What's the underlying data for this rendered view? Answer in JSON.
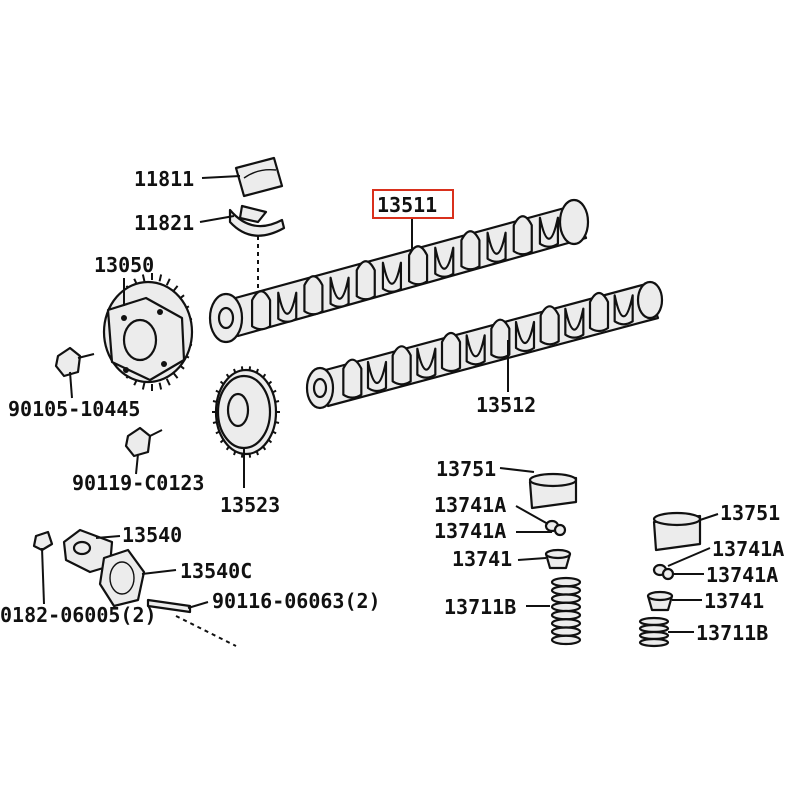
{
  "highlight_color": "#d9301c",
  "labels": {
    "p11811": "11811",
    "p11821": "11821",
    "p13050": "13050",
    "p13511": "13511",
    "p13512": "13512",
    "p13523": "13523",
    "p90105": "90105-10445",
    "p90119": "90119-C0123",
    "p13540": "13540",
    "p13540c": "13540C",
    "p90116": "90116-06063(2)",
    "p90182": "0182-06005(2)",
    "p13751a": "13751",
    "p13741a1": "13741A",
    "p13741a2": "13741A",
    "p13741a": "13741",
    "p13711ba": "13711B",
    "p13751b": "13751",
    "p13741b1": "13741A",
    "p13741b2": "13741A",
    "p13741b": "13741",
    "p13711bb": "13711B"
  }
}
